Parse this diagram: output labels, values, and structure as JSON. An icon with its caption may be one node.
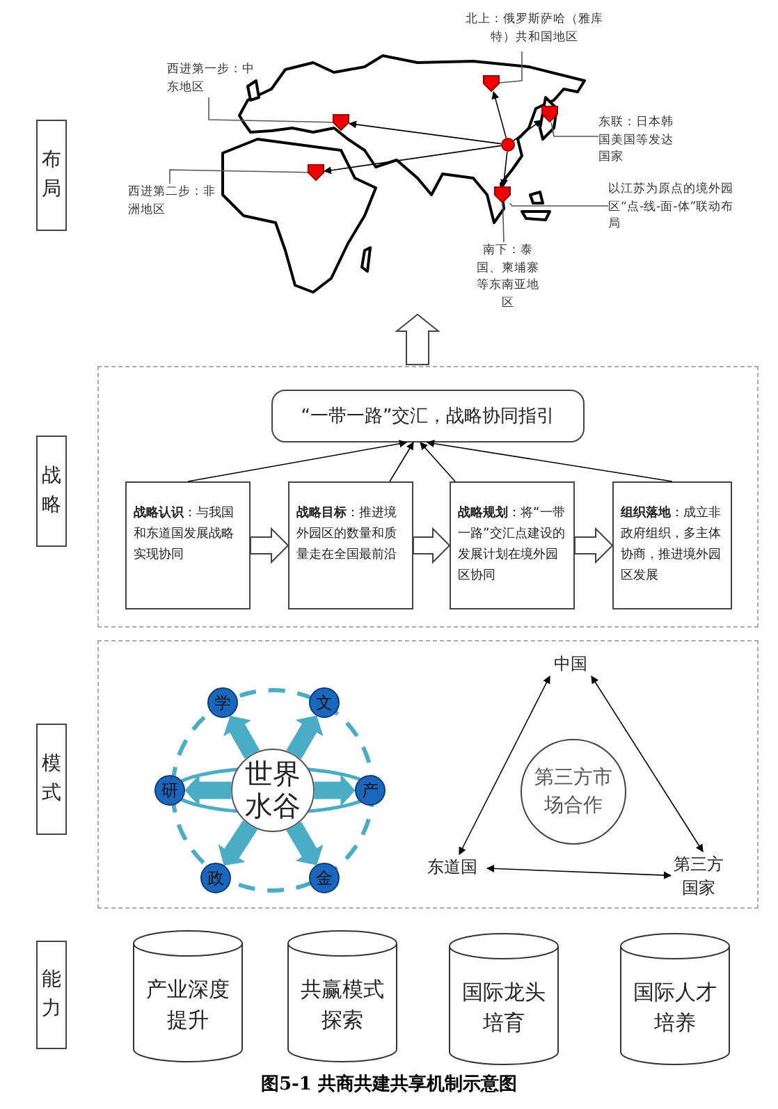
{
  "diagram": {
    "caption": "图5-1 共商共建共享机制示意图",
    "nodes": [
      {
        "text": [
          "布局"
        ]
      },
      {
        "text": [
          "北上：俄罗斯萨哈（雅库特）共和国地区"
        ]
      },
      {
        "text": [
          "西进第一步：中东地区"
        ]
      },
      {
        "text": [
          "东联：日本韩国美国等发达国家"
        ]
      },
      {
        "text": [
          "西进第二步：非洲地区"
        ]
      },
      {
        "text": [
          "以江苏为原点的境外园区“点-线-面-体”联动布局"
        ]
      },
      {
        "text": [
          "南下：泰国、柬埔寨等东南亚地区"
        ]
      },
      {
        "text": [],
        "shape": "pin"
      },
      {
        "text": [],
        "shape": "pin"
      },
      {
        "text": [],
        "shape": "pin"
      },
      {
        "text": [],
        "shape": "pin"
      },
      {
        "text": [],
        "shape": "pin"
      },
      {
        "text": [],
        "shape": "circle"
      },
      {
        "text": [
          "战略"
        ]
      },
      {
        "text": [],
        "shape": "box"
      },
      {
        "text": [
          "“一带一路”交汇，战略协同指引"
        ],
        "in": 14
      },
      {
        "text": [
          "**战略认识**：与我国和东道国发展战略实现协同"
        ],
        "in": 14
      },
      {
        "text": [
          "**战略目标**：推进境外园区的数量和质量走在全国最前沿"
        ],
        "in": 14
      },
      {
        "text": [
          "**战略规划**：将“一带一路”交汇点建设的发展计划在境外园区协同"
        ],
        "in": 14
      },
      {
        "text": [
          "**组织落地**：成立非政府组织，多主体协商，推进境外园区发展"
        ],
        "in": 14
      },
      {
        "text": [
          "模式"
        ]
      },
      {
        "text": [],
        "shape": "box"
      },
      {
        "text": [
          "世界水谷"
        ],
        "in": 21
      },
      {
        "text": [
          "学"
        ],
        "in": 21
      },
      {
        "text": [
          "文"
        ],
        "in": 21
      },
      {
        "text": [
          "研"
        ],
        "in": 21
      },
      {
        "text": [
          "产"
        ],
        "in": 21
      },
      {
        "text": [
          "政"
        ],
        "in": 21
      },
      {
        "text": [
          "金"
        ],
        "in": 21
      },
      {
        "text": [
          "第三方市场合作"
        ],
        "in": 21
      },
      {
        "text": [
          "中国"
        ],
        "in": 21
      },
      {
        "text": [
          "东道国"
        ],
        "in": 21
      },
      {
        "text": [
          "第三方国家"
        ],
        "in": 21
      },
      {
        "text": [
          "能力"
        ]
      },
      {
        "text": [
          "产业深度提升"
        ]
      },
      {
        "text": [
          "共赢模式探索"
        ]
      },
      {
        "text": [
          "国际龙头培育"
        ]
      },
      {
        "text": [
          "国际人才培养"
        ]
      }
    ],
    "edges": [
      {
        "from": 12,
        "to": 7,
        "arrow": "to"
      },
      {
        "from": 12,
        "to": 8,
        "arrow": "to"
      },
      {
        "from": 12,
        "to": 9,
        "arrow": "to"
      },
      {
        "from": 12,
        "to": 10,
        "arrow": "to"
      },
      {
        "from": 12,
        "to": 11,
        "arrow": "to"
      },
      {
        "from": 1,
        "to": 7,
        "arrow": "none"
      },
      {
        "from": 2,
        "to": 8,
        "arrow": "none"
      },
      {
        "from": 3,
        "to": 9,
        "arrow": "none"
      },
      {
        "from": 4,
        "to": 10,
        "arrow": "none"
      },
      {
        "from": 5,
        "to": 11,
        "arrow": "none"
      },
      {
        "from": 6,
        "to": 11,
        "arrow": "none"
      },
      {
        "from": 14,
        "to": null,
        "arrow": "to",
        "style": "thick"
      },
      {
        "from": 16,
        "to": 15,
        "arrow": "to"
      },
      {
        "from": 17,
        "to": 15,
        "arrow": "to"
      },
      {
        "from": 18,
        "to": 15,
        "arrow": "to"
      },
      {
        "from": 19,
        "to": 15,
        "arrow": "to"
      },
      {
        "from": 16,
        "to": 17,
        "arrow": "to",
        "style": "thick"
      },
      {
        "from": 17,
        "to": 18,
        "arrow": "to",
        "style": "thick"
      },
      {
        "from": 18,
        "to": 19,
        "arrow": "to",
        "style": "thick"
      },
      {
        "from": 22,
        "to": 23,
        "arrow": "to",
        "style": "thick",
        "color": "#4bacc6"
      },
      {
        "from": 22,
        "to": 24,
        "arrow": "to",
        "style": "thick",
        "color": "#4bacc6"
      },
      {
        "from": 22,
        "to": 25,
        "arrow": "to",
        "style": "thick",
        "color": "#4bacc6"
      },
      {
        "from": 22,
        "to": 26,
        "arrow": "to",
        "style": "thick",
        "color": "#4bacc6"
      },
      {
        "from": 22,
        "to": 27,
        "arrow": "to",
        "style": "thick",
        "color": "#4bacc6"
      },
      {
        "from": 22,
        "to": 28,
        "arrow": "to",
        "style": "thick",
        "color": "#4bacc6"
      },
      {
        "from": 30,
        "to": 31,
        "arrow": "both"
      },
      {
        "from": 30,
        "to": 32,
        "arrow": "both"
      },
      {
        "from": 31,
        "to": 32,
        "arrow": "both"
      }
    ]
  }
}
